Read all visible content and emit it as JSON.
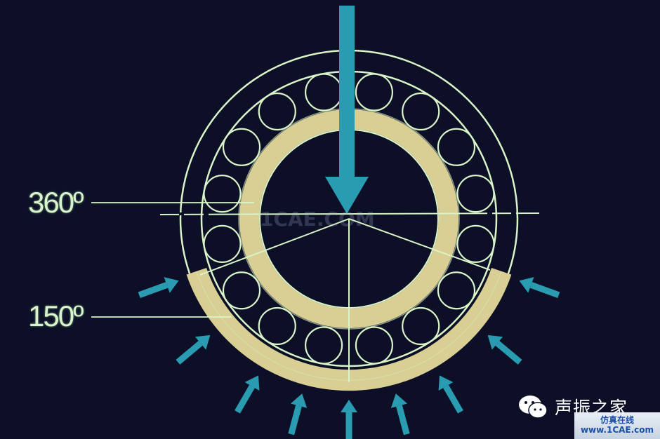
{
  "labels": {
    "full_angle": "360º",
    "load_zone_angle": "150º"
  },
  "watermarks": {
    "center": "1CAE.COM",
    "brand": "声振之家",
    "site_line1": "仿真在线",
    "site_line2": "www.1CAE.com"
  },
  "icons": {
    "wechat": "wechat-icon"
  },
  "colors": {
    "background": "#0c0f26",
    "line": "#d8f4c8",
    "inner_ring_fill": "#d9cf94",
    "load_arrow": "#2a9cb2"
  },
  "bearing": {
    "rolling_element_count": 16
  }
}
